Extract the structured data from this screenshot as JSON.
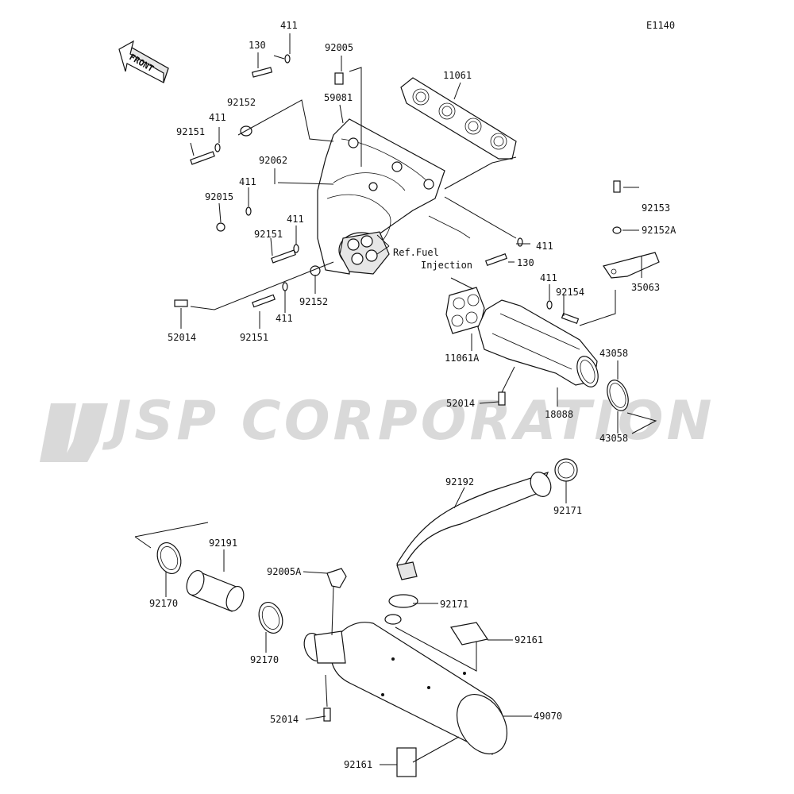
{
  "diagram_code": "E1140",
  "front_label": "FRONT",
  "watermark": "JSP CORPORATION",
  "ref_note_line1": "Ref.Fuel",
  "ref_note_line2": "Injection",
  "colors": {
    "line": "#111111",
    "watermark": "#d9d9d9",
    "background": "#ffffff"
  },
  "part_labels": [
    "411",
    "130",
    "92005",
    "11061",
    "59081",
    "92152",
    "411",
    "92151",
    "92062",
    "411",
    "92015",
    "411",
    "92151",
    "92152",
    "411",
    "52014",
    "92151",
    "411",
    "130",
    "92153",
    "92152A",
    "35063",
    "411",
    "92154",
    "11061A",
    "43058",
    "52014",
    "18088",
    "43058",
    "92192",
    "92171",
    "92191",
    "92170",
    "92005A",
    "92170",
    "92171",
    "92161",
    "52014",
    "49070",
    "92161"
  ]
}
